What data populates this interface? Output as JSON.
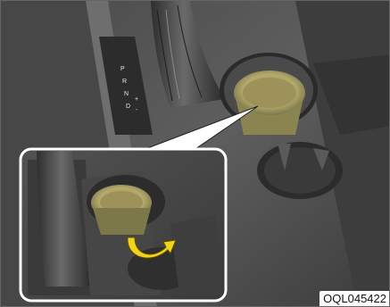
{
  "figure": {
    "code": "OQL045422",
    "shifter_indicator": [
      "P",
      "R",
      "N",
      "D",
      "+",
      "-"
    ]
  },
  "colors": {
    "console_dark": "#3a3a3a",
    "console_mid": "#5c5c5c",
    "console_light": "#8a8a8a",
    "cup_holder_insert": "#b3a96a",
    "arrow_yellow": "#f2d21a"
  }
}
